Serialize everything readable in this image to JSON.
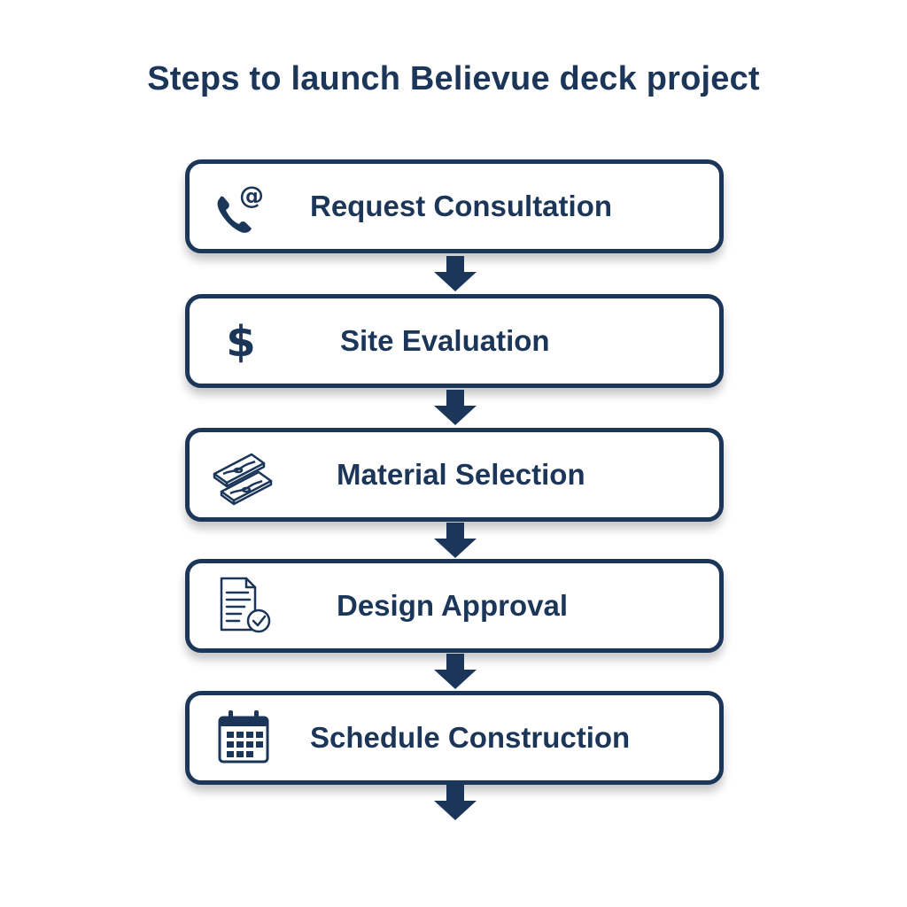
{
  "title": "Steps to launch Believue deck project",
  "steps": [
    {
      "label": "Request Consultation",
      "icon": "phone-email-icon"
    },
    {
      "label": "Site Evaluation",
      "icon": "dollar-icon"
    },
    {
      "label": "Material Selection",
      "icon": "wood-planks-icon"
    },
    {
      "label": "Design Approval",
      "icon": "document-check-icon"
    },
    {
      "label": "Schedule Construction",
      "icon": "calendar-icon"
    }
  ],
  "colors": {
    "primary": "#1b3659",
    "background": "#ffffff"
  }
}
